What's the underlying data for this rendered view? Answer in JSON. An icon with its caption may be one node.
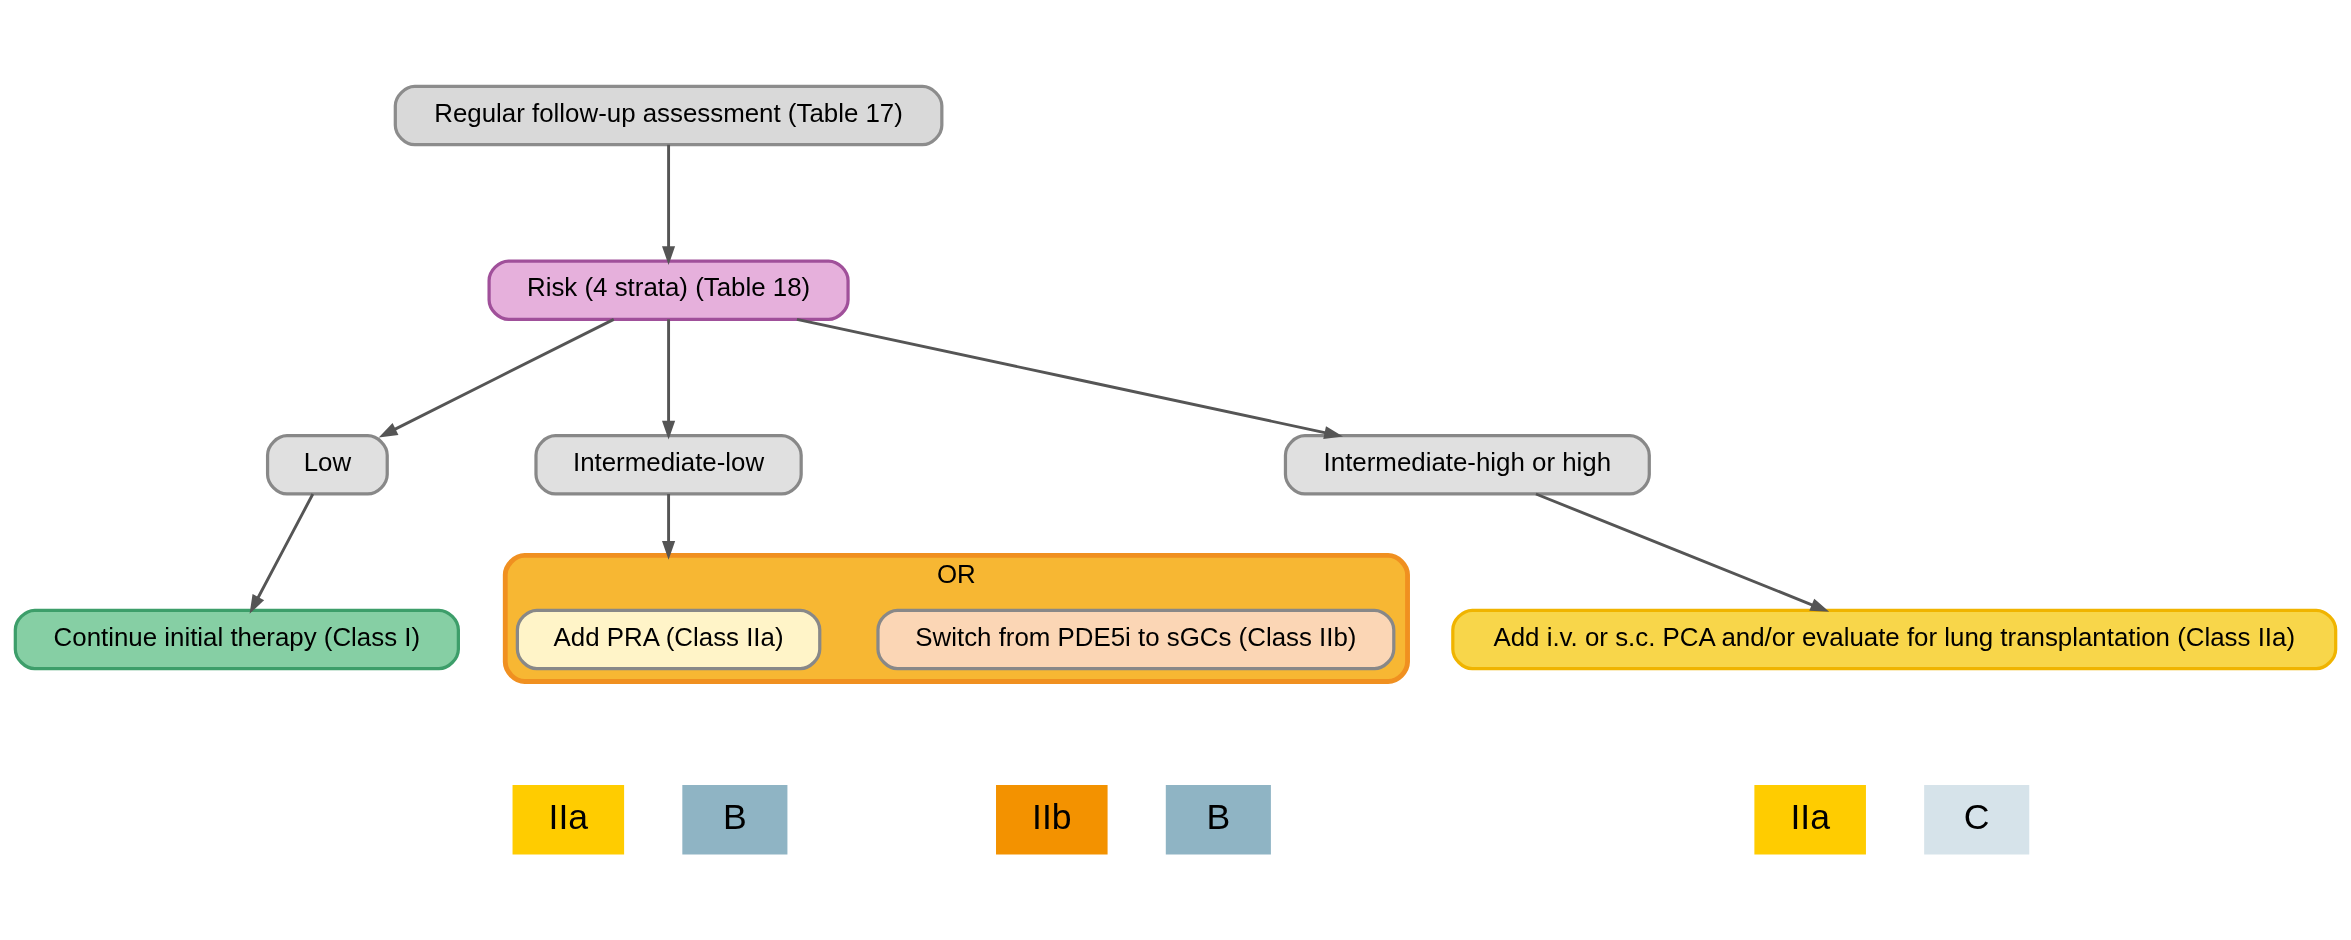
{
  "diagram": {
    "nodes": [
      {
        "text": [
          "Regular follow-up assessment (Table 17)"
        ]
      },
      {
        "text": [
          "Risk (4 strata) (Table 18)"
        ]
      },
      {
        "text": [
          "Low"
        ]
      },
      {
        "text": [
          "Intermediate-low"
        ]
      },
      {
        "text": [
          "Intermediate-high or high"
        ]
      },
      {
        "text": [
          "Continue initial therapy (Class I)"
        ]
      },
      {
        "text": [
          "OR"
        ]
      },
      {
        "text": [
          "Add PRA (Class IIa)"
        ],
        "in": 6
      },
      {
        "text": [
          "Switch from PDE5i to sGCs (Class IIb)"
        ],
        "in": 6
      },
      {
        "text": [
          "Add i.v. or s.c. PCA and/or evaluate for lung transplantation (Class IIa)"
        ]
      }
    ],
    "edges": [
      {
        "from": 0,
        "to": 1,
        "arrow": "to"
      },
      {
        "from": 1,
        "to": 2,
        "arrow": "to"
      },
      {
        "from": 1,
        "to": 3,
        "arrow": "to"
      },
      {
        "from": 1,
        "to": 4,
        "arrow": "to"
      },
      {
        "from": 2,
        "to": 5,
        "arrow": "to"
      },
      {
        "from": 3,
        "to": 6,
        "arrow": "to"
      },
      {
        "from": 4,
        "to": 9,
        "arrow": "to"
      }
    ],
    "labels": [
      "IIa",
      "B",
      "IIb",
      "B",
      "IIa",
      "C"
    ]
  }
}
